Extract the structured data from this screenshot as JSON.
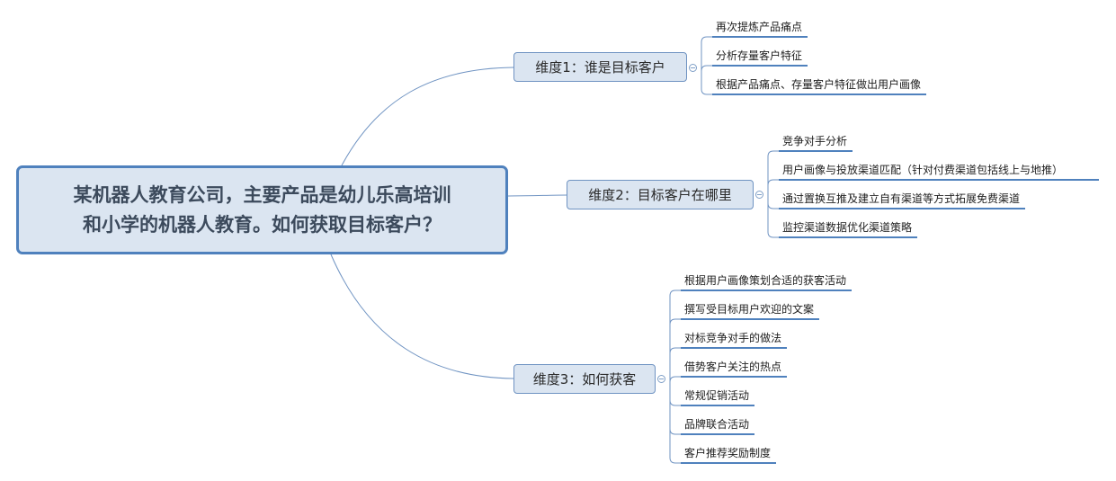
{
  "central_topic": {
    "line1": "某机器人教育公司，主要产品是幼儿乐高培训",
    "line2": "和小学的机器人教育。如何获取目标客户？"
  },
  "branches": [
    {
      "label": "维度1：谁是目标客户",
      "items": [
        "再次提炼产品痛点",
        "分析存量客户特征",
        "根据产品痛点、存量客户特征做出用户画像"
      ]
    },
    {
      "label": "维度2：目标客户在哪里",
      "items": [
        "竞争对手分析",
        "用户画像与投放渠道匹配（针对付费渠道包括线上与地推）",
        "通过置换互推及建立自有渠道等方式拓展免费渠道",
        "监控渠道数据优化渠道策略"
      ]
    },
    {
      "label": "维度3：如何获客",
      "items": [
        "根据用户画像策划合适的获客活动",
        "撰写受目标用户欢迎的文案",
        "对标竞争对手的做法",
        "借势客户关注的热点",
        "常规促销活动",
        "品牌联合活动",
        "客户推荐奖励制度"
      ]
    }
  ],
  "colors": {
    "topic_fill": "#dbe5f1",
    "topic_border": "#4f81bd",
    "connector": "#6f93c2",
    "leaf_underline": "#4f81bd"
  }
}
